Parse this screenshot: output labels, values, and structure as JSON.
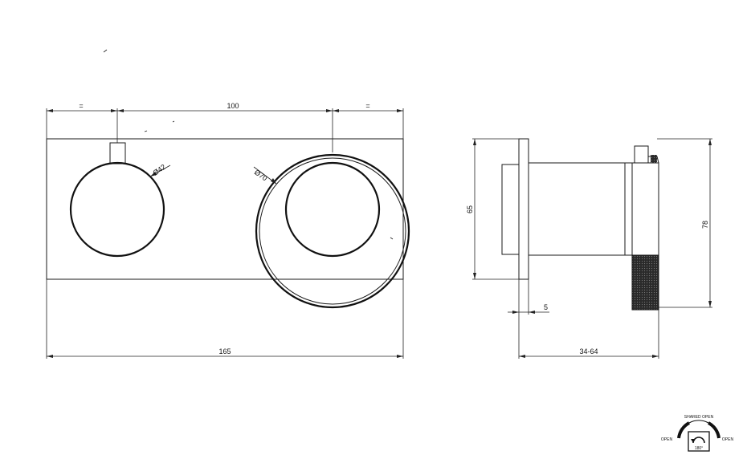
{
  "dimensions": {
    "top_left_equal": "=",
    "top_center": "100",
    "top_right_equal": "=",
    "small_knob_diameter": "Ø42",
    "large_ring_diameter": "Ø70",
    "overall_width": "165",
    "side_height_plate": "65",
    "side_depth_min": "5",
    "side_depth_range": "34-64",
    "side_height_total": "78"
  },
  "legend": {
    "shared_open": "SHARED OPEN",
    "open_left": "OPEN",
    "open_right": "OPEN",
    "angle": "180°"
  }
}
